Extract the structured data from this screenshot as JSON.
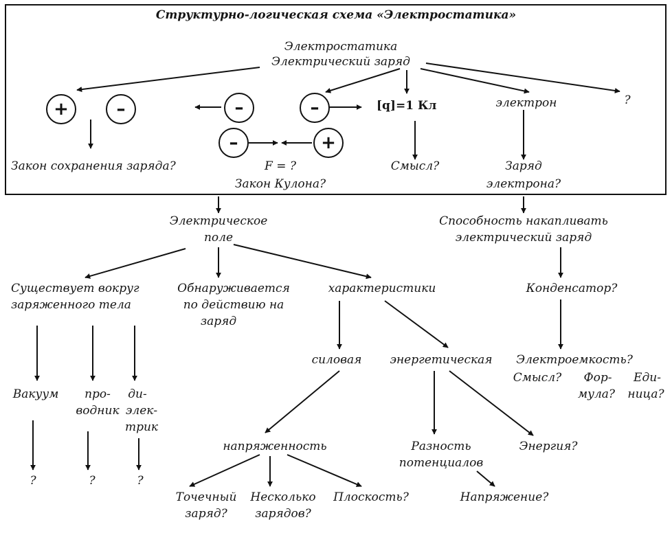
{
  "title": "Структурно-логическая схема «Электростатика»",
  "box": {
    "root_line1": "Электростатика",
    "root_line2": "Электрический заряд",
    "sign_plus": "+",
    "sign_minus": "–",
    "unit": "[q]=1 Кл",
    "electron": "электрон",
    "question": "?",
    "conservation_law": "Закон сохранения заряда?",
    "force": "F = ?",
    "coulomb_law": "Закон Кулона?",
    "meaning": "Смысл?",
    "electron_charge_1": "Заряд",
    "electron_charge_2": "электрона?"
  },
  "lower": {
    "field_1": "Электрическое",
    "field_2": "поле",
    "ability_1": "Способность накапливать",
    "ability_2": "электрический заряд",
    "exists_1": "Существует вокруг",
    "exists_2": "заряженного тела",
    "detected_1": "Обнаруживается",
    "detected_2": "по действию на",
    "detected_3": "заряд",
    "characteristics": "характеристики",
    "capacitor": "Конденсатор?",
    "force_char": "силовая",
    "energy_char": "энергетическая",
    "capacitance": "Электроемкость?",
    "cap_meaning": "Смысл?",
    "formula_1": "Фор-",
    "formula_2": "мула?",
    "unit_1": "Еди-",
    "unit_2": "ница?",
    "vacuum": "Вакуум",
    "conductor_1": "про-",
    "conductor_2": "водник",
    "dielectric_1": "ди-",
    "dielectric_2": "элек-",
    "dielectric_3": "трик",
    "q": "?",
    "intensity": "напряженность",
    "potential_diff_1": "Разность",
    "potential_diff_2": "потенциалов",
    "energy": "Энергия?",
    "point_charge_1": "Точечный",
    "point_charge_2": "заряд?",
    "several_1": "Несколько",
    "several_2": "зарядов?",
    "plane": "Плоскость?",
    "voltage": "Напряжение?"
  }
}
